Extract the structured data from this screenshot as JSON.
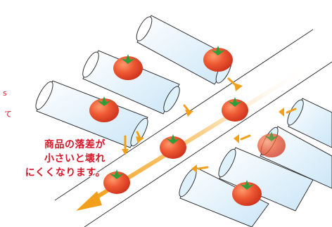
{
  "callout": {
    "lines": [
      "商品の落差が",
      "小さいと壊れ",
      "にくくなります。"
    ]
  },
  "edge_text": {
    "left_top": "s",
    "left_bottom": "て"
  },
  "colors": {
    "callout_text": "#d6182a",
    "tomato": "#e2452a",
    "leaf": "#2f9e3a",
    "arrow": "#f2a01c",
    "belt_surface": "#d5ecfa",
    "line": "#333333"
  },
  "icons": [
    "tomato",
    "flow-arrow"
  ]
}
